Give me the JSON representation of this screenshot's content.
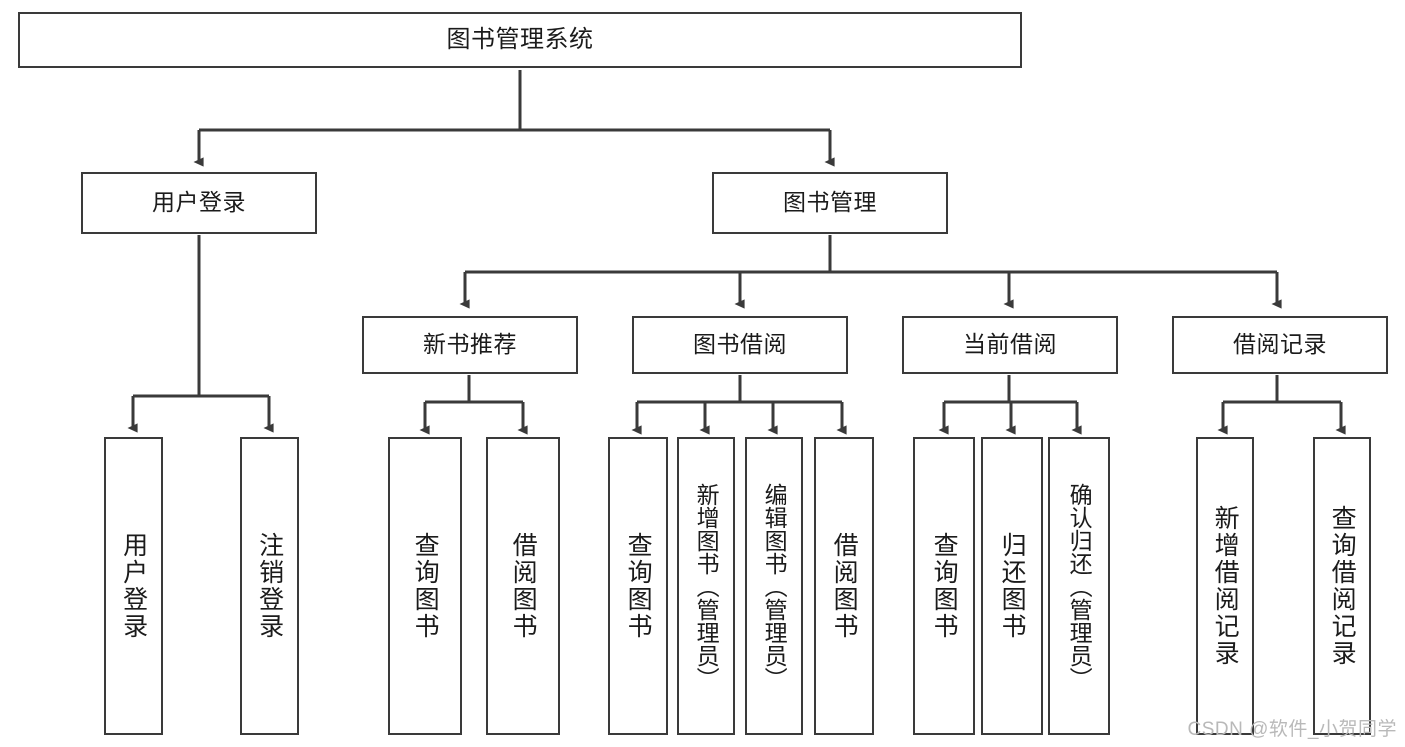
{
  "diagram": {
    "type": "tree",
    "title": "图书管理系统",
    "colors": {
      "background": "#ffffff",
      "box_border": "#3a3a3a",
      "box_fill": "#ffffff",
      "text": "#1b1b1b",
      "connector": "#3a3a3a",
      "watermark": "#b9b9b9"
    },
    "root": {
      "label": "图书管理系统"
    },
    "level1": [
      {
        "label": "用户登录"
      },
      {
        "label": "图书管理"
      }
    ],
    "level2": [
      {
        "label": "新书推荐"
      },
      {
        "label": "图书借阅"
      },
      {
        "label": "当前借阅"
      },
      {
        "label": "借阅记录"
      }
    ],
    "leaves": {
      "user_login": [
        {
          "label": "用户登录"
        },
        {
          "label": "注销登录"
        }
      ],
      "new_book_recommend": [
        {
          "label": "查询图书"
        },
        {
          "label": "借阅图书"
        }
      ],
      "book_borrow": [
        {
          "label": "查询图书"
        },
        {
          "label": "新增图书（管理员）"
        },
        {
          "label": "编辑图书（管理员）"
        },
        {
          "label": "借阅图书"
        }
      ],
      "current_borrow": [
        {
          "label": "查询图书"
        },
        {
          "label": "归还图书"
        },
        {
          "label": "确认归还（管理员）"
        }
      ],
      "borrow_record": [
        {
          "label": "新增借阅记录"
        },
        {
          "label": "查询借阅记录"
        }
      ]
    }
  },
  "watermark": {
    "text": "CSDN @软件_小贺同学"
  }
}
